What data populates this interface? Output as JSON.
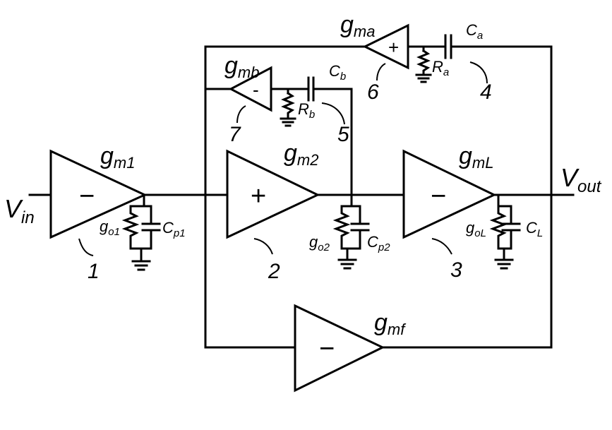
{
  "terminals": {
    "vin": {
      "main": "V",
      "sub": "in"
    },
    "vout": {
      "main": "V",
      "sub": "out"
    }
  },
  "amplifiers": {
    "gm1": {
      "main": "g",
      "sub": "m1",
      "sign": "−",
      "number": "1"
    },
    "gm2": {
      "main": "g",
      "sub": "m2",
      "sign": "+",
      "number": "2"
    },
    "gmL": {
      "main": "g",
      "sub": "mL",
      "sign": "−",
      "number": "3"
    },
    "gma": {
      "main": "g",
      "sub": "ma",
      "sign": "+",
      "number": "6"
    },
    "gmb": {
      "main": "g",
      "sub": "mb",
      "sign": "-",
      "number": "7"
    },
    "gmf": {
      "main": "g",
      "sub": "mf",
      "sign": "−"
    }
  },
  "components": {
    "go1": {
      "main": "g",
      "sub": "o1"
    },
    "cp1": {
      "main": "C",
      "sub": "p1"
    },
    "go2": {
      "main": "g",
      "sub": "o2"
    },
    "cp2": {
      "main": "C",
      "sub": "p2"
    },
    "goL": {
      "main": "g",
      "sub": "oL"
    },
    "cl": {
      "main": "C",
      "sub": "L"
    },
    "ca": {
      "main": "C",
      "sub": "a",
      "number": "4"
    },
    "ra": {
      "main": "R",
      "sub": "a"
    },
    "cb": {
      "main": "C",
      "sub": "b",
      "number": "5"
    },
    "rb": {
      "main": "R",
      "sub": "b"
    }
  }
}
